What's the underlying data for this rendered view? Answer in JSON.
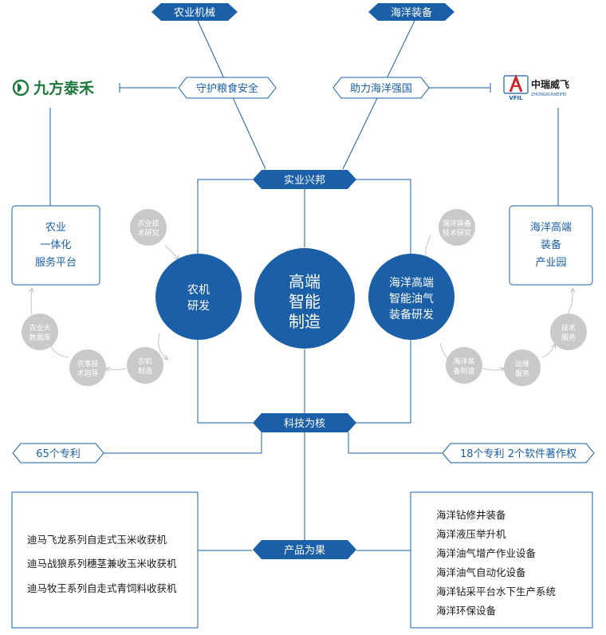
{
  "top": {
    "left_banner": "农业机械",
    "right_banner": "海洋装备",
    "left_tag": "守护粮食安全",
    "right_tag": "助力海洋强国"
  },
  "logos": {
    "left": {
      "name": "九方泰禾"
    },
    "right": {
      "name": "中瑞威飞",
      "sub": "ZHONGRUIWEIFEI",
      "mark": "VFIL"
    }
  },
  "banners": {
    "industry": "实业兴邦",
    "tech": "科技为核",
    "product": "产品为果"
  },
  "side_boxes": {
    "left": [
      "农业",
      "一体化",
      "服务平台"
    ],
    "right": [
      "海洋高端",
      "装备",
      "产业园"
    ]
  },
  "circles": {
    "center": [
      "高端",
      "智能",
      "制造"
    ],
    "left": [
      "农机",
      "研发"
    ],
    "right": [
      "海洋高端",
      "智能油气",
      "装备研发"
    ]
  },
  "small_circles": {
    "left": [
      [
        "农业技",
        "术研究"
      ],
      [
        "农业大",
        "数据库"
      ],
      [
        "农事技",
        "术指导"
      ],
      [
        "农机",
        "制造"
      ]
    ],
    "right": [
      [
        "海洋装备",
        "技术研究"
      ],
      [
        "海洋装",
        "备制造"
      ],
      [
        "运维",
        "服务"
      ],
      [
        "技术",
        "服务"
      ]
    ]
  },
  "patents": {
    "left": "65个专利",
    "right": "18个专利 2个软件著作权"
  },
  "products": {
    "left": [
      "迪马飞龙系列自走式玉米收获机",
      "迪马战狼系列穗茎兼收玉米收获机",
      "迪马牧王系列自走式青饲料收获机"
    ],
    "right": [
      "海洋钻修井装备",
      "海洋液压举升机",
      "海洋油气增产作业设备",
      "海洋油气自动化设备",
      "海洋钻采平台水下生产系统",
      "海洋环保设备"
    ]
  },
  "colors": {
    "primary": "#1a5fa8",
    "gray_circle": "#c9c9c9",
    "logo_green": "#1c7a3c",
    "logo_red": "#d0242b"
  }
}
